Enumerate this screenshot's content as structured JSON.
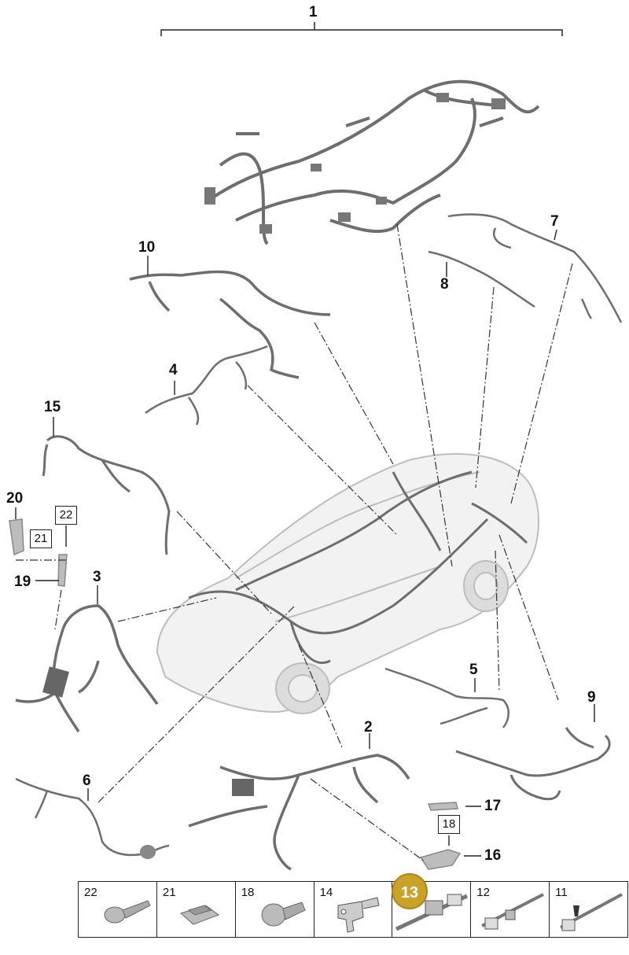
{
  "callouts": {
    "c1": "1",
    "c2": "2",
    "c3": "3",
    "c4": "4",
    "c5": "5",
    "c6": "6",
    "c7": "7",
    "c8": "8",
    "c9": "9",
    "c10": "10",
    "c15": "15",
    "c16": "16",
    "c17": "17",
    "c19": "19",
    "c20": "20"
  },
  "boxed_callouts": {
    "b18": "18",
    "b21": "21",
    "b22": "22"
  },
  "parts": [
    {
      "num": "22",
      "icon": "screw-icon"
    },
    {
      "num": "21",
      "icon": "clip-nut-icon"
    },
    {
      "num": "18",
      "icon": "bolt-icon"
    },
    {
      "num": "14",
      "icon": "bracket-icon"
    },
    {
      "num": "13",
      "icon": "cable-tie-holder-icon"
    },
    {
      "num": "12",
      "icon": "cable-tie-icon"
    },
    {
      "num": "11",
      "icon": "cable-tie-anchor-icon"
    }
  ],
  "hotspot": {
    "label": "13",
    "color": "#c9a227"
  },
  "colors": {
    "line": "#333333",
    "harness": "#6e6e6e",
    "car": "#cfcfcf"
  }
}
